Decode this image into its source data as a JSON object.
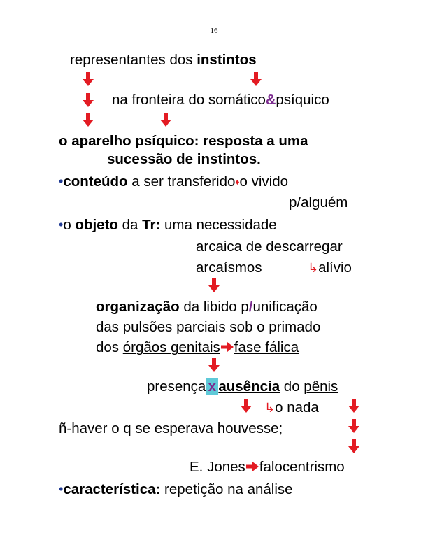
{
  "page_number": "- 16 -",
  "colors": {
    "arrow": "#e31b23",
    "accent": "#7b2c8f",
    "bullet": "#1f3a93",
    "highlight": "#5fc9d8"
  },
  "icons": {
    "down": "down-arrow-icon",
    "right": "right-arrow-icon",
    "hook": "hook-arrow-icon",
    "bullet": "bullet-icon"
  },
  "text": {
    "l1a": "representantes dos ",
    "l1b": "instintos",
    "l2a": "na ",
    "l2b": "fronteira",
    "l2c": " do somático",
    "amp": "&",
    "l2d": "psíquico",
    "l3": "o aparelho psíquico: resposta a uma",
    "l4": "sucessão de instintos.",
    "bullet": "•",
    "l5a": "conteúdo",
    "l5b": " a ser transferido",
    "l5m": "♦",
    "l5c": "o vivido",
    "l6": "p/alguém",
    "l7a": "o ",
    "l7b": "objeto",
    "l7c": " da ",
    "l7d": "Tr:",
    "l7e": " uma necessidade",
    "l8a": "arcaica de ",
    "l8b": "descarregar",
    "l9a": "arcaísmos",
    "hook": "↳",
    "l9b": "alívio",
    "l10a": "organização",
    "l10b": " da libido p",
    "slash": "/",
    "l10c": "unificação",
    "l11": "das pulsões parciais sob o primado",
    "l12a": "dos ",
    "l12b": "órgãos genitais",
    "l12c": "fase fálica",
    "l13a": "presença",
    "x": "x",
    "l13b": "ausência",
    "l13c": " do ",
    "l13d": "pênis",
    "l14": "o nada",
    "l15": "ñ-haver o q se esperava houvesse;",
    "l16a": "E. Jones",
    "l16b": "falocentrismo",
    "l17a": "característica",
    "l17b": ":",
    "l17c": " repetição na análise"
  }
}
